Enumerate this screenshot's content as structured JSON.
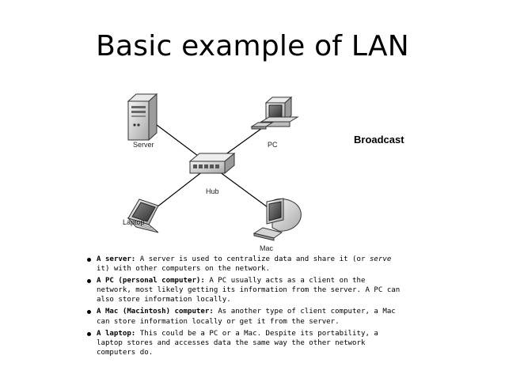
{
  "slide": {
    "title": "Basic example of LAN",
    "annotation": "Broadcast"
  },
  "diagram": {
    "nodes": {
      "server": "Server",
      "pc": "PC",
      "hub": "Hub",
      "laptop": "Laptop",
      "mac": "Mac"
    },
    "icons": {
      "server": "server-tower-icon",
      "pc": "desktop-pc-icon",
      "hub": "network-hub-icon",
      "laptop": "laptop-icon",
      "mac": "imac-icon"
    }
  },
  "definitions": [
    {
      "term": "A server:",
      "parts": [
        "A server is used to centralize data and share it (or ",
        "serve",
        " it) with other computers on the network."
      ]
    },
    {
      "term": "A PC (personal computer):",
      "text": "A PC usually acts as a client on the network, most likely getting its information from the server. A PC can also store information locally."
    },
    {
      "term": "A Mac (Macintosh) computer:",
      "text": "As another type of client computer, a Mac can store information locally or get it from the server."
    },
    {
      "term": "A laptop:",
      "text": "This could be a PC or a Mac. Despite its portability, a laptop stores and accesses data the same way the other network computers do."
    }
  ]
}
